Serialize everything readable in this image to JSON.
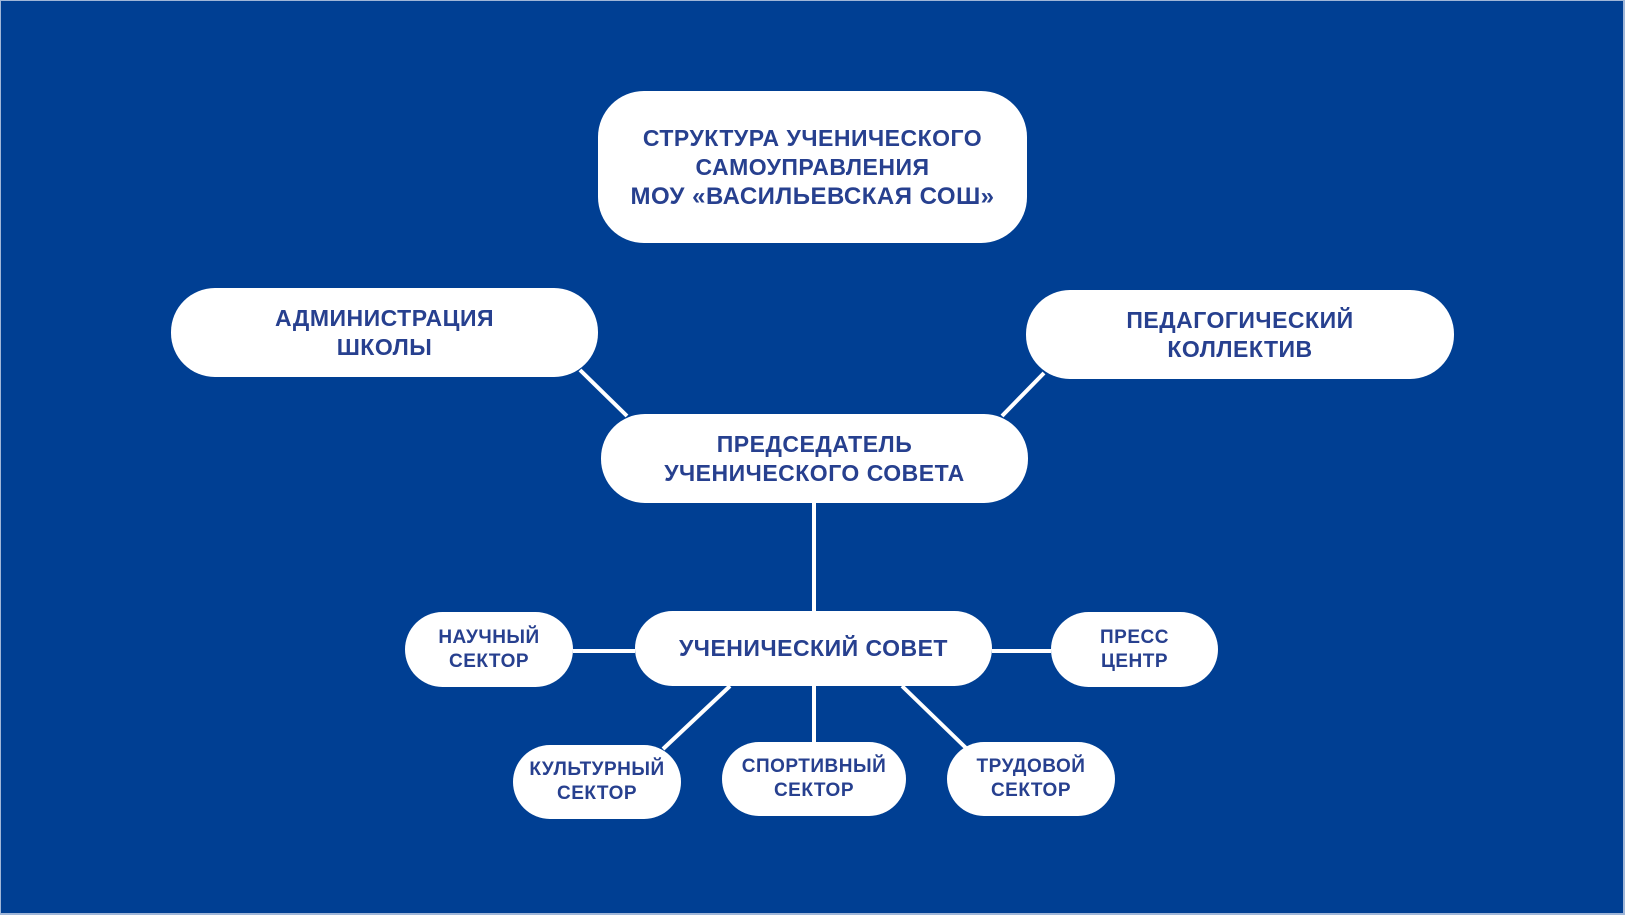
{
  "title": {
    "line1": "СТРУКТУРА УЧЕНИЧЕСКОГО\nСАМОУПРАВЛЕНИЯ",
    "line2": "МОУ «ВАСИЛЬЕВСКАЯ СОШ»"
  },
  "nodes": {
    "administration": "АДМИНИСТРАЦИЯ\nШКОЛЫ",
    "pedagogical": "ПЕДАГОГИЧЕСКИЙ\nКОЛЛЕКТИВ",
    "chairman": "ПРЕДСЕДАТЕЛЬ\nУЧЕНИЧЕСКОГО СОВЕТА",
    "council": "УЧЕНИЧЕСКИЙ СОВЕТ",
    "science": "НАУЧНЫЙ\nСЕКТОР",
    "press": "ПРЕСС\nЦЕНТР",
    "culture": "КУЛЬТУРНЫЙ\nСЕКТОР",
    "sport": "СПОРТИВНЫЙ\nСЕКТОР",
    "labor": "ТРУДОВОЙ\nСЕКТОР"
  },
  "colors": {
    "background": "#003f93",
    "text": "#27408f",
    "box": "#ffffff"
  }
}
